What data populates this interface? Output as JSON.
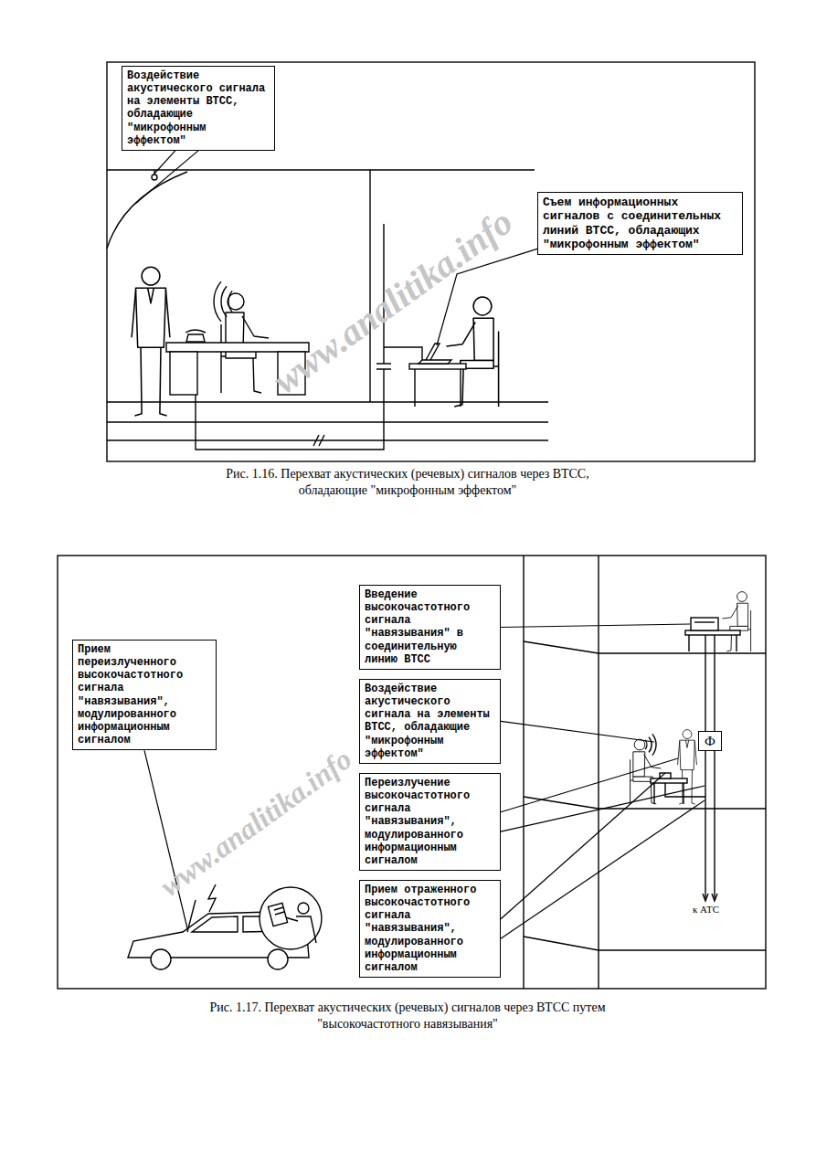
{
  "diagram": {
    "nodes": [
      {
        "text": [
          "Воздействие акустического сигнала на элементы ВТСС, обладающие \"микрофонным эффектом\""
        ]
      },
      {
        "text": [
          "Съем информационных сигналов с соединительных линий ВТСС, обладающих \"микрофонным эффектом\""
        ]
      },
      {
        "text": [
          "Введение высокочастотного сигнала \"навязывания\" в соединительную линию ВТСС"
        ]
      },
      {
        "text": [
          "Прием переизлученного высокочастотного сигнала \"навязывания\", модулированного информационным сигналом"
        ]
      },
      {
        "text": [
          "Воздействие акустического сигнала на элементы ВТСС, обладающие \"микрофонным эффектом\""
        ]
      },
      {
        "text": [
          "Переизлучение высокочастотного сигнала \"навязывания\", модулированного информационным сигналом"
        ]
      },
      {
        "text": [
          "Прием отраженного высокочастотного сигнала \"навязывания\", модулированного информационным сигналом"
        ]
      },
      {
        "text": [
          "Ф"
        ]
      }
    ],
    "labels": [
      "www.analitika.info",
      "Рис. 1.16. Перехват акустических (речевых) сигналов через ВТСС, обладающие \"микрофонным эффектом\"",
      "www.analitika.info",
      "к АТС",
      "Рис. 1.17. Перехват акустических (речевых) сигналов через ВТСС путем \"высокочастотного навязывания\""
    ]
  }
}
